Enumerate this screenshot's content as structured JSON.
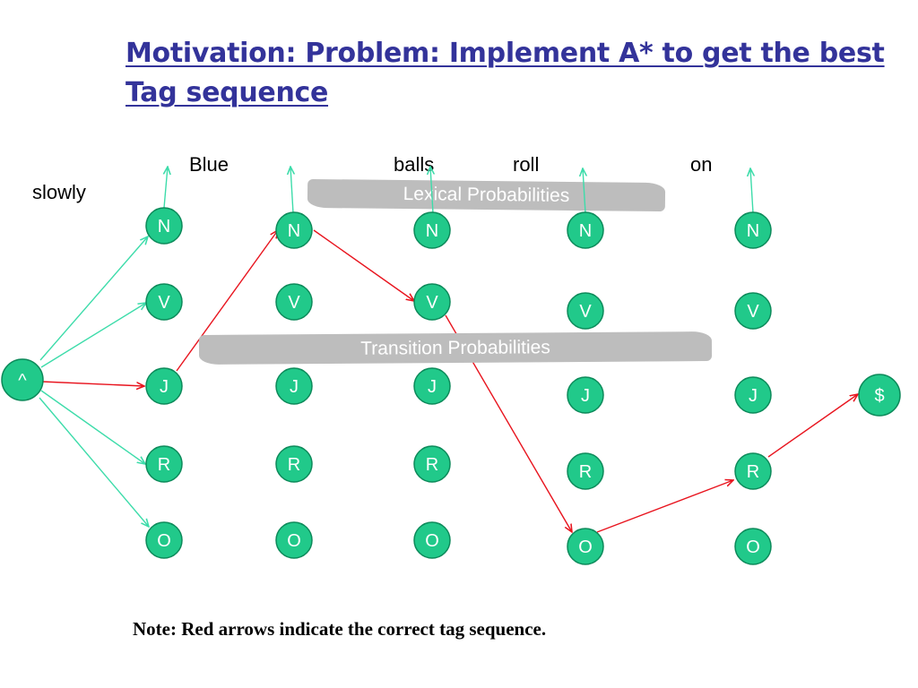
{
  "slide": {
    "title": "Motivation: Problem: Implement A* to get the best Tag sequence",
    "note": "Note: Red arrows indicate the correct tag sequence."
  },
  "sentence": {
    "words": [
      "Blue",
      "balls",
      "roll",
      "on",
      "slowly"
    ]
  },
  "bands": {
    "lexical": "Lexical Probabilities",
    "transition": "Transition Probabilities"
  },
  "lattice": {
    "start_node": "^",
    "end_node": "$",
    "tags": [
      "N",
      "V",
      "J",
      "R",
      "O"
    ],
    "columns": 5,
    "correct_path": [
      "^",
      "J",
      "N",
      "V",
      "O",
      "R",
      "$"
    ]
  },
  "colors": {
    "title": "#33339a",
    "node_fill": "#21c98a",
    "node_stroke": "#0c8a5a",
    "candidate_edge": "#3ddcaa",
    "correct_edge": "#e8141e",
    "band": "#bdbdbd"
  }
}
